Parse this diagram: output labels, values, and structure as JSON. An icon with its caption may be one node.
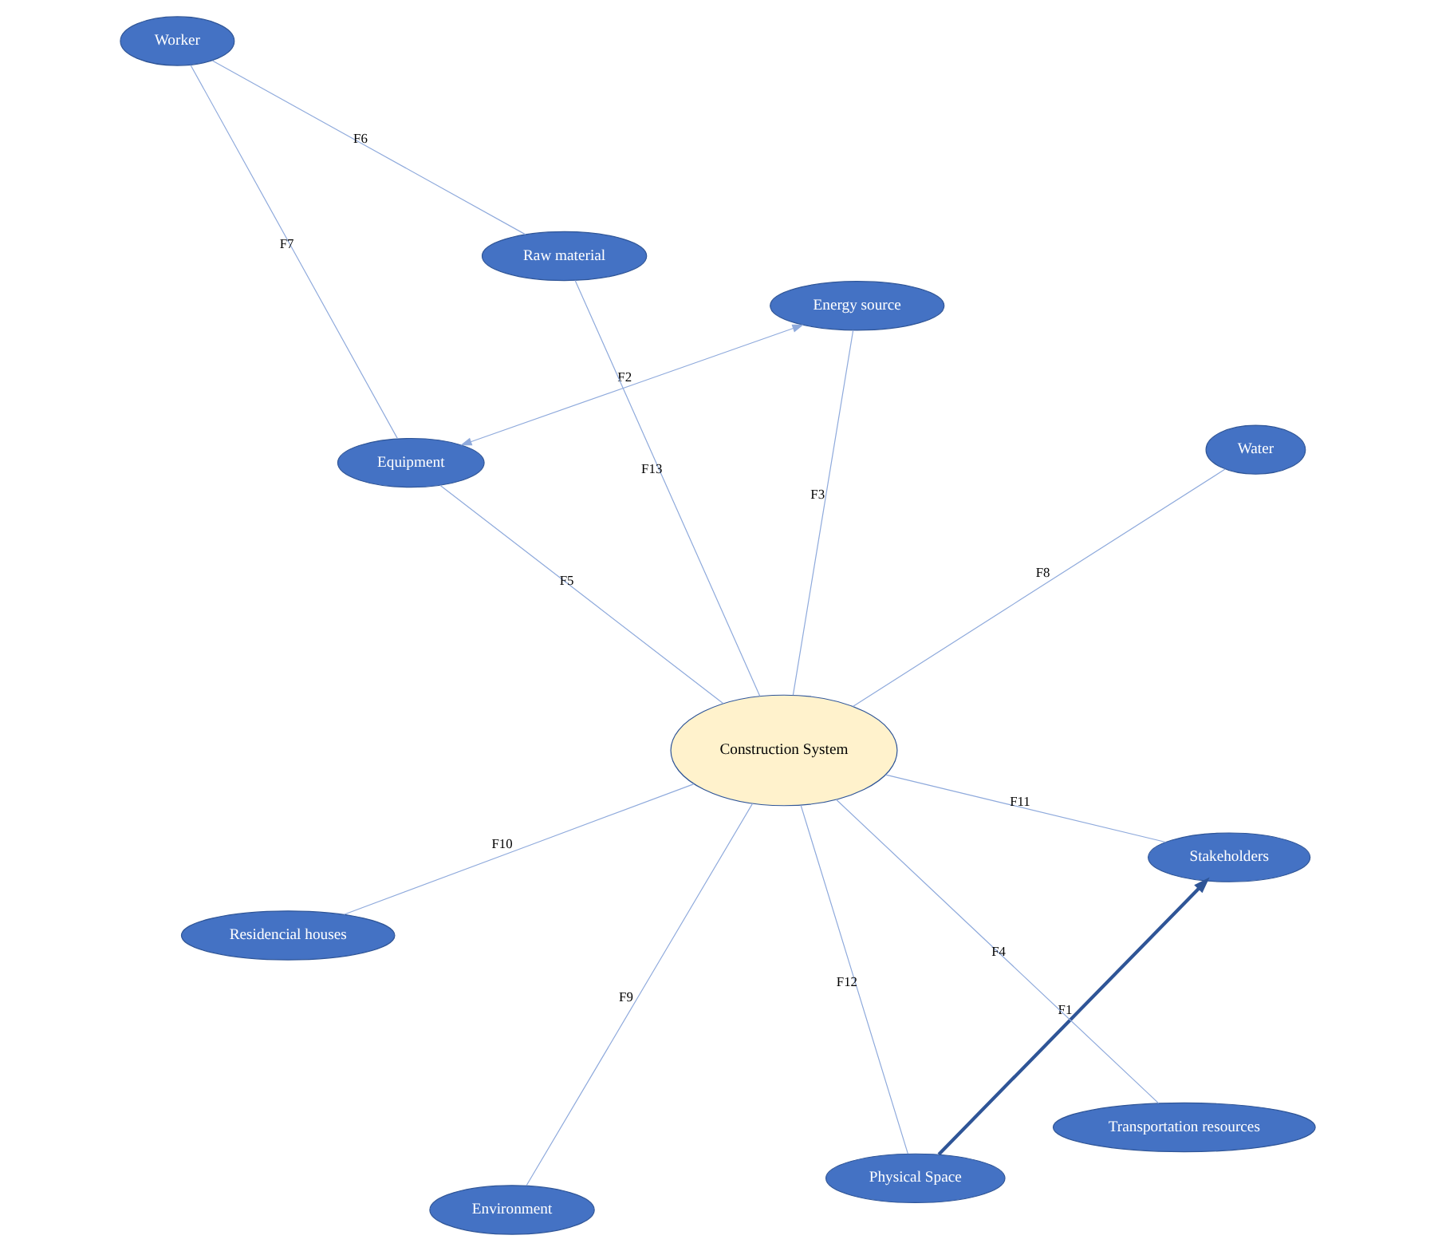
{
  "diagram": {
    "nodes": [
      {
        "text": [
          "Residencial houses"
        ]
      },
      {
        "text": [
          "Water"
        ]
      },
      {
        "text": [
          "Physical Space"
        ]
      },
      {
        "text": [
          "Worker"
        ]
      },
      {
        "text": [
          "Energy source"
        ]
      },
      {
        "text": [
          "Construction System"
        ]
      },
      {
        "text": [
          "Equipment"
        ]
      },
      {
        "text": [
          "Stakeholders"
        ]
      },
      {
        "text": [
          "Raw material"
        ]
      },
      {
        "text": [
          "Transportation resources"
        ]
      },
      {
        "text": [
          "Environment"
        ]
      }
    ],
    "edges": [
      {
        "from": 2,
        "to": 7,
        "arrow": "to",
        "label": "F1",
        "style": "thick",
        "color": "#2f5597"
      },
      {
        "from": 4,
        "to": 6,
        "arrow": "both",
        "label": "F2"
      },
      {
        "from": 5,
        "to": 4,
        "arrow": "none",
        "label": "F3"
      },
      {
        "from": 5,
        "to": 9,
        "arrow": "none",
        "label": "F4"
      },
      {
        "from": 5,
        "to": 6,
        "arrow": "none",
        "label": "F5"
      },
      {
        "from": 3,
        "to": 8,
        "arrow": "none",
        "label": "F6"
      },
      {
        "from": 3,
        "to": 6,
        "arrow": "none",
        "label": "F7"
      },
      {
        "from": 1,
        "to": 5,
        "arrow": "none",
        "label": "F8"
      },
      {
        "from": 5,
        "to": 10,
        "arrow": "none",
        "label": "F9"
      },
      {
        "from": 0,
        "to": 5,
        "arrow": "none",
        "label": "F10"
      },
      {
        "from": 5,
        "to": 7,
        "arrow": "none",
        "label": "F11"
      },
      {
        "from": 5,
        "to": 2,
        "arrow": "none",
        "label": "F12"
      },
      {
        "from": 5,
        "to": 8,
        "arrow": "none",
        "label": "F13"
      }
    ]
  }
}
